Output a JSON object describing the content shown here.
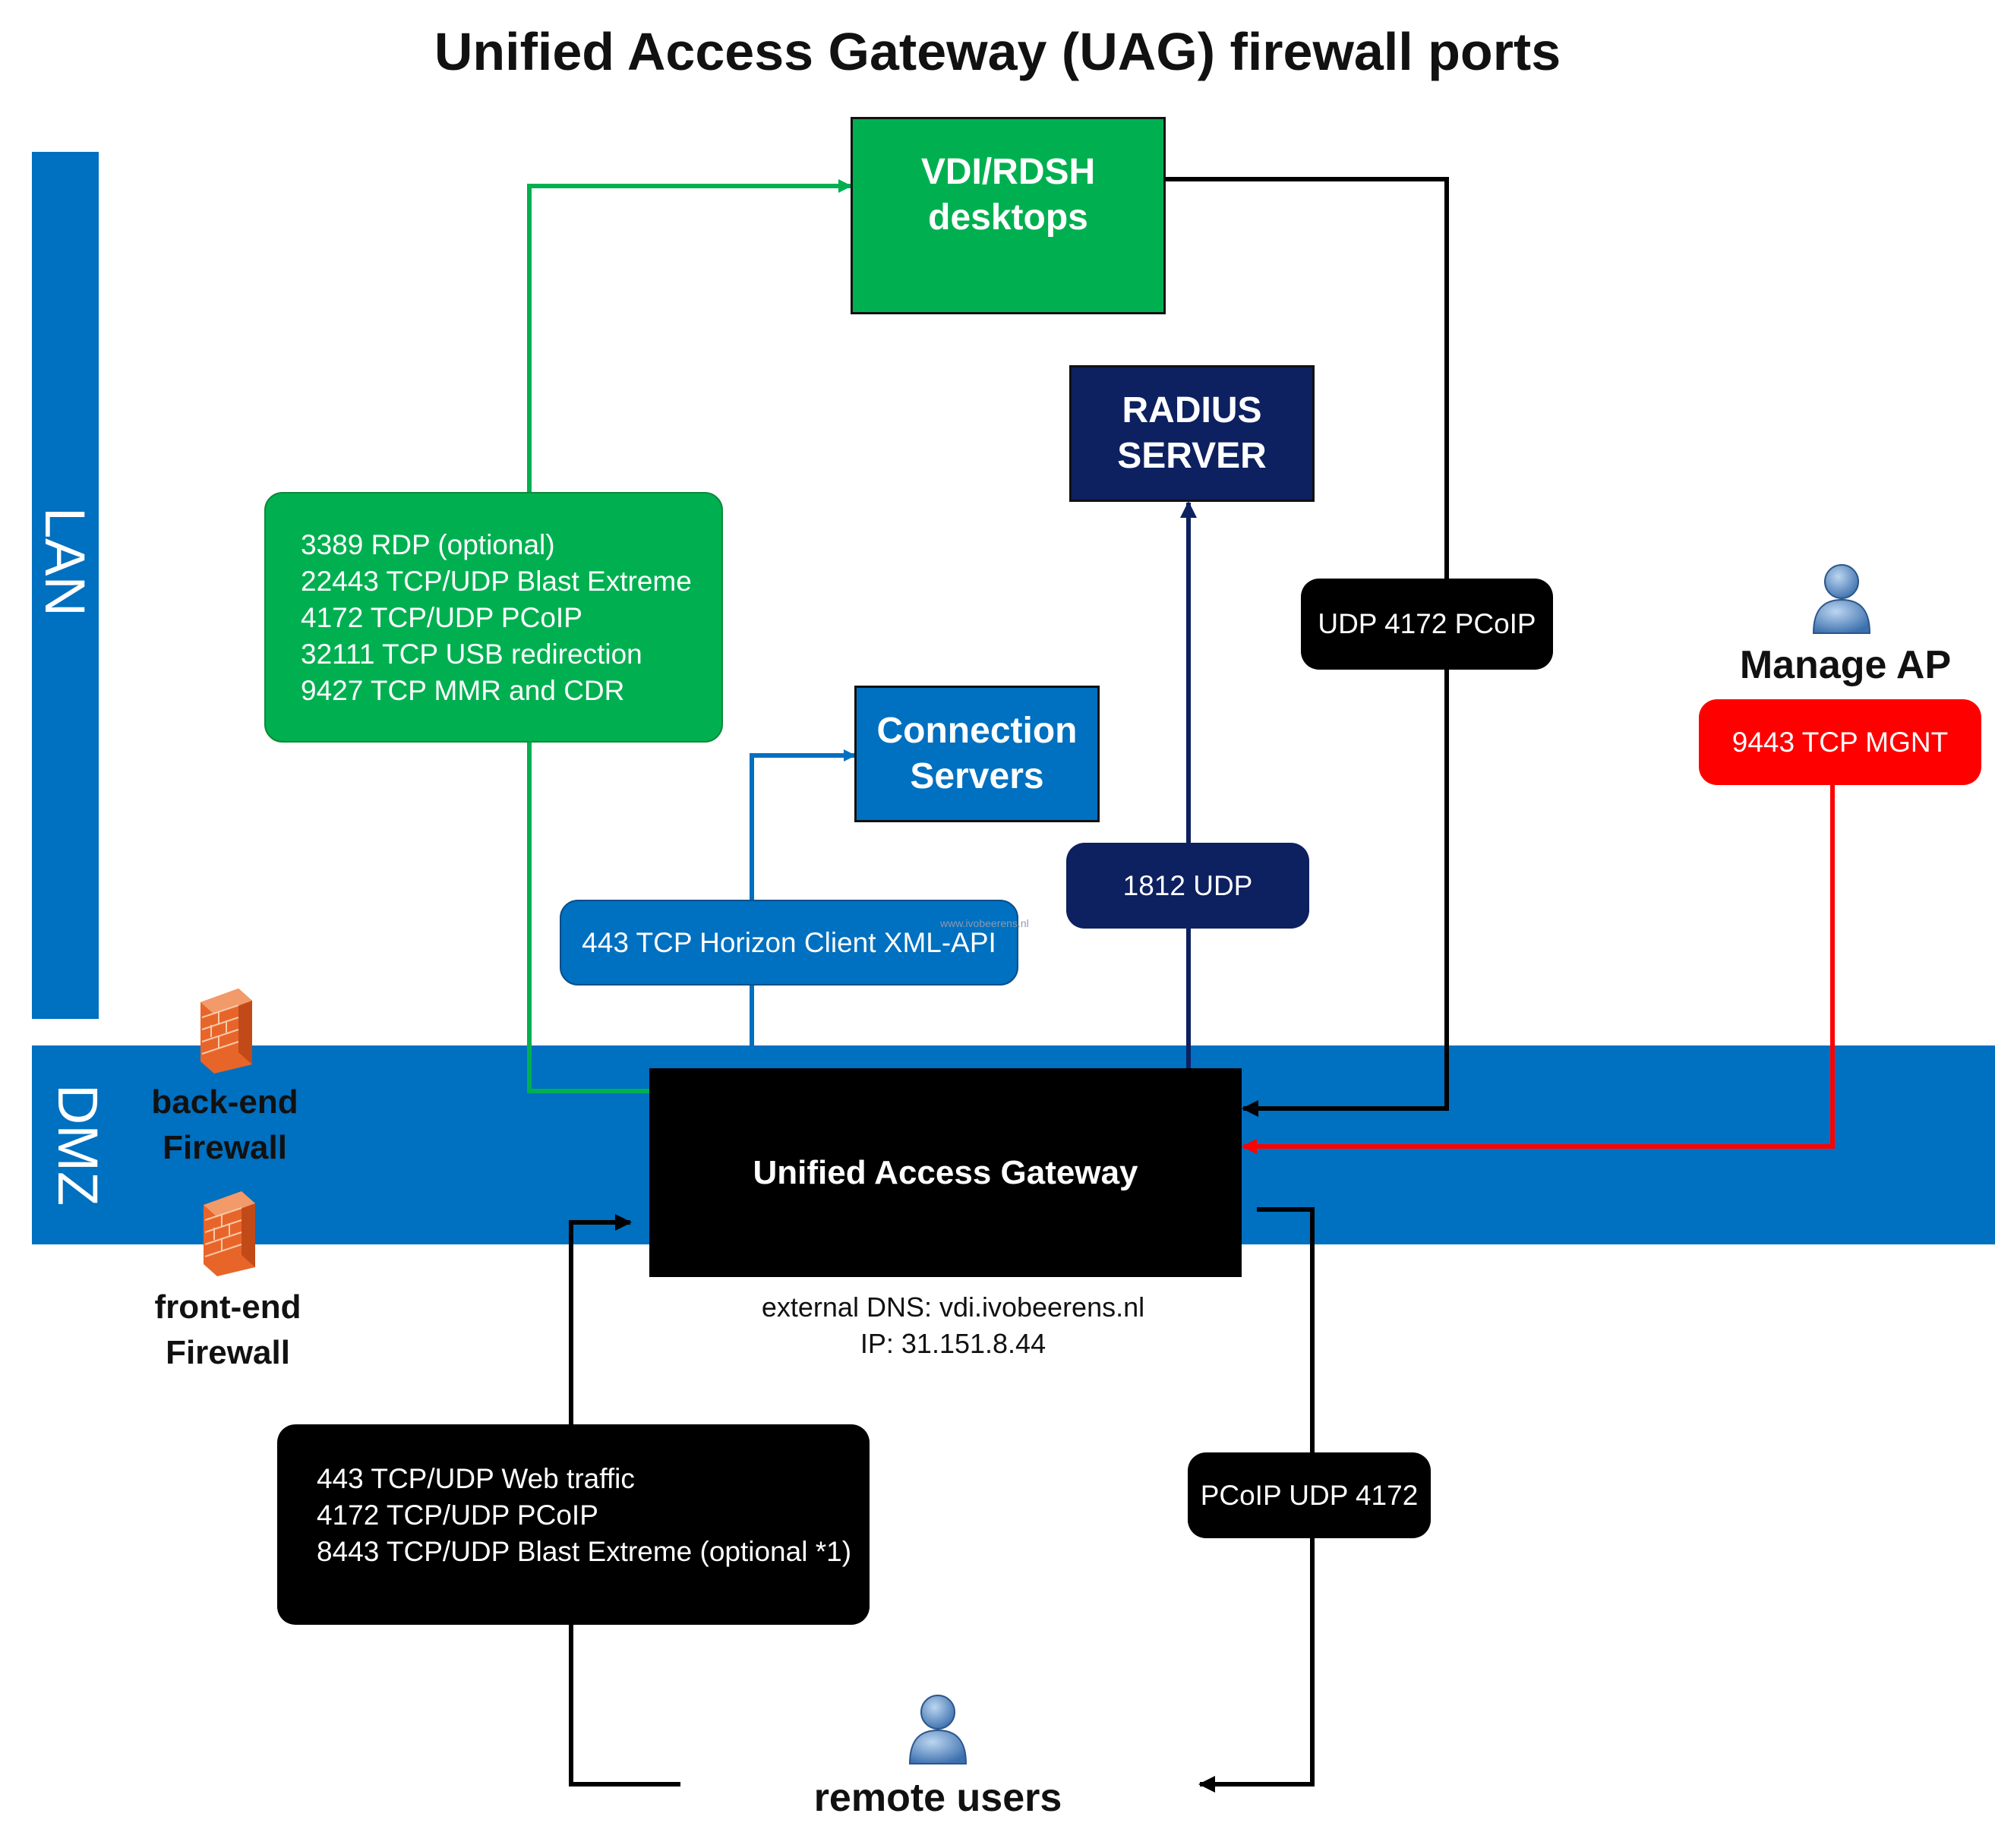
{
  "title": "Unified Access Gateway (UAG) firewall ports",
  "zones": {
    "lan": "LAN",
    "dmz": "DMZ"
  },
  "nodes": {
    "vdi": {
      "line1": "VDI/RDSH",
      "line2": "desktops"
    },
    "radius": {
      "line1": "RADIUS",
      "line2": "SERVER"
    },
    "connection_servers": {
      "line1": "Connection",
      "line2": "Servers"
    },
    "uag": "Unified Access Gateway"
  },
  "lan_ports": [
    "3389 RDP (optional)",
    "22443 TCP/UDP Blast Extreme",
    "4172 TCP/UDP PCoIP",
    "32111 TCP USB redirection",
    "9427 TCP MMR and CDR"
  ],
  "edge_labels": {
    "udp_4172": "UDP 4172 PCoIP",
    "radius_port": "1812 UDP",
    "horizon_xml": "443 TCP Horizon Client XML-API",
    "mgnt": "9443 TCP MGNT",
    "pcoip_return": "PCoIP UDP 4172"
  },
  "external_ports": [
    "443 TCP/UDP Web traffic",
    "4172 TCP/UDP PCoIP",
    "8443 TCP/UDP Blast Extreme (optional *1)"
  ],
  "firewalls": {
    "back_end": {
      "line1": "back-end",
      "line2": "Firewall"
    },
    "front_end": {
      "line1": "front-end",
      "line2": "Firewall"
    }
  },
  "uag_info": {
    "dns": "external DNS: vdi.ivobeerens.nl",
    "ip": "IP: 31.151.8.44"
  },
  "actors": {
    "manage_ap": "Manage AP",
    "remote_users": "remote users"
  },
  "watermark": "www.ivobeerens.nl",
  "colors": {
    "lan_blue": "#0070C0",
    "green": "#00B050",
    "navy": "#0D2060",
    "red": "#FF0000",
    "black": "#000000"
  }
}
